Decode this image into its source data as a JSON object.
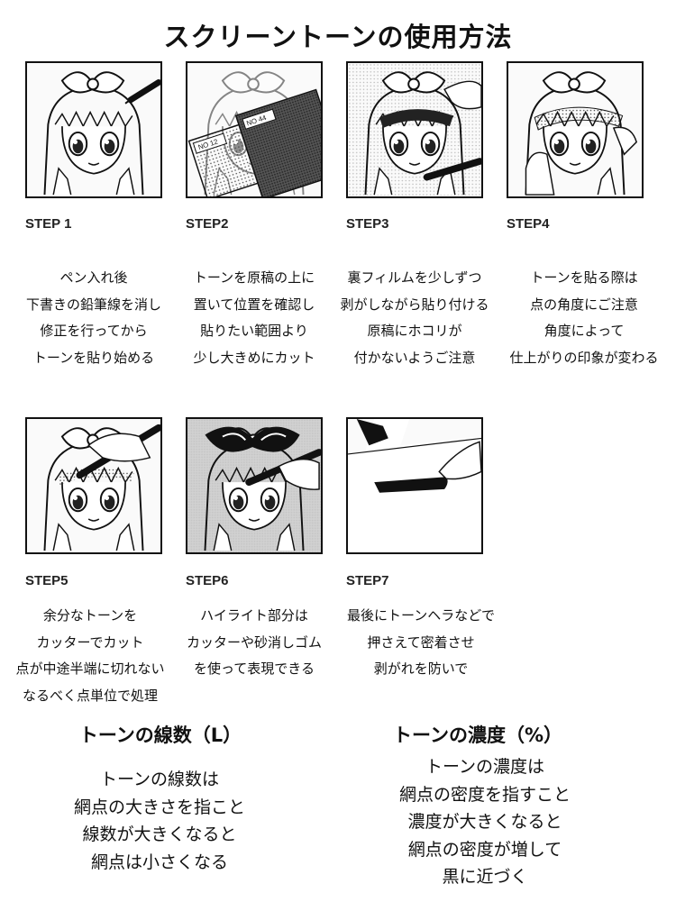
{
  "title": "スクリーントーンの使用方法",
  "steps": [
    {
      "label": "STEP 1",
      "lines": [
        "ペン入れ後",
        "下書きの鉛筆線を消し",
        "修正を行ってから",
        "トーンを貼り始める"
      ]
    },
    {
      "label": "STEP2",
      "lines": [
        "トーンを原稿の上に",
        "置いて位置を確認し",
        "貼りたい範囲より",
        "少し大きめにカット"
      ],
      "tone_labels": [
        "NO 12",
        "NO 44"
      ]
    },
    {
      "label": "STEP3",
      "lines": [
        "裏フィルムを少しずつ",
        "剥がしながら貼り付ける",
        "原稿にホコリが",
        "付かないようご注意"
      ]
    },
    {
      "label": "STEP4",
      "lines": [
        "トーンを貼る際は",
        "点の角度にご注意",
        "角度によって",
        "仕上がりの印象が変わる"
      ]
    },
    {
      "label": "STEP5",
      "lines": [
        "余分なトーンを",
        "カッターでカット",
        "点が中途半端に切れない",
        "なるべく点単位で処理"
      ]
    },
    {
      "label": "STEP6",
      "lines": [
        "ハイライト部分は",
        "カッターや砂消しゴム",
        "を使って表現できる"
      ]
    },
    {
      "label": "STEP7",
      "lines": [
        "最後にトーンヘラなどで",
        "押さえて密着させ",
        "剥がれを防いで"
      ]
    }
  ],
  "sections": [
    {
      "heading": "トーンの線数（L）",
      "lines": [
        "トーンの線数は",
        "網点の大きさを指こと",
        "線数が大きくなると",
        "網点は小さくなる"
      ]
    },
    {
      "heading": "トーンの濃度（%）",
      "lines": [
        "トーンの濃度は",
        "網点の密度を指すこと",
        "濃度が大きくなると",
        "網点の密度が増して",
        "黒に近づく"
      ]
    }
  ]
}
